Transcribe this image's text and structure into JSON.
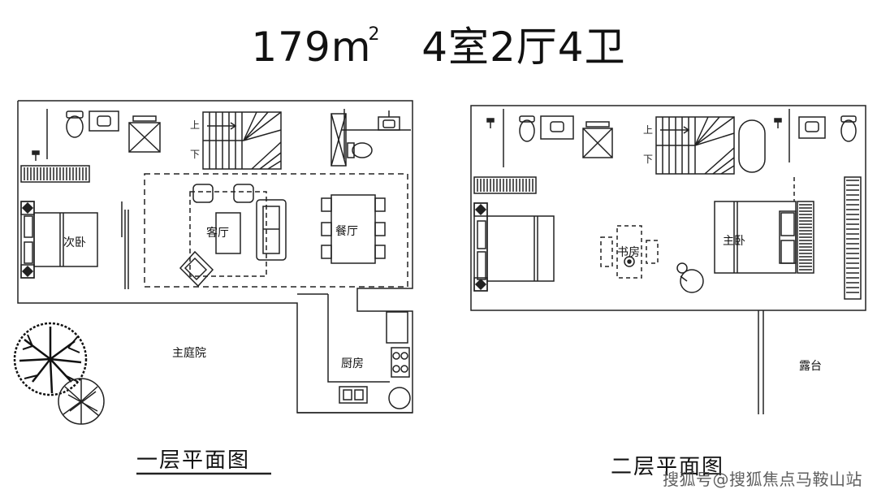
{
  "header": {
    "area": "179m",
    "area_unit_sup": "2",
    "layout": "4室2厅4卫"
  },
  "floor1": {
    "caption": "一层平面图",
    "rooms": {
      "living_room": "客厅",
      "dining_room": "餐厅",
      "second_bedroom": "次卧",
      "main_courtyard": "主庭院",
      "kitchen": "厨房"
    },
    "stair_marks": {
      "up": "上",
      "down": "下"
    }
  },
  "floor2": {
    "caption": "二层平面图",
    "rooms": {
      "study": "书房",
      "master_bedroom": "主卧",
      "terrace": "露台"
    },
    "stair_marks": {
      "up": "上",
      "down": "下"
    }
  },
  "watermark": "搜狐号@搜狐焦点马鞍山站"
}
